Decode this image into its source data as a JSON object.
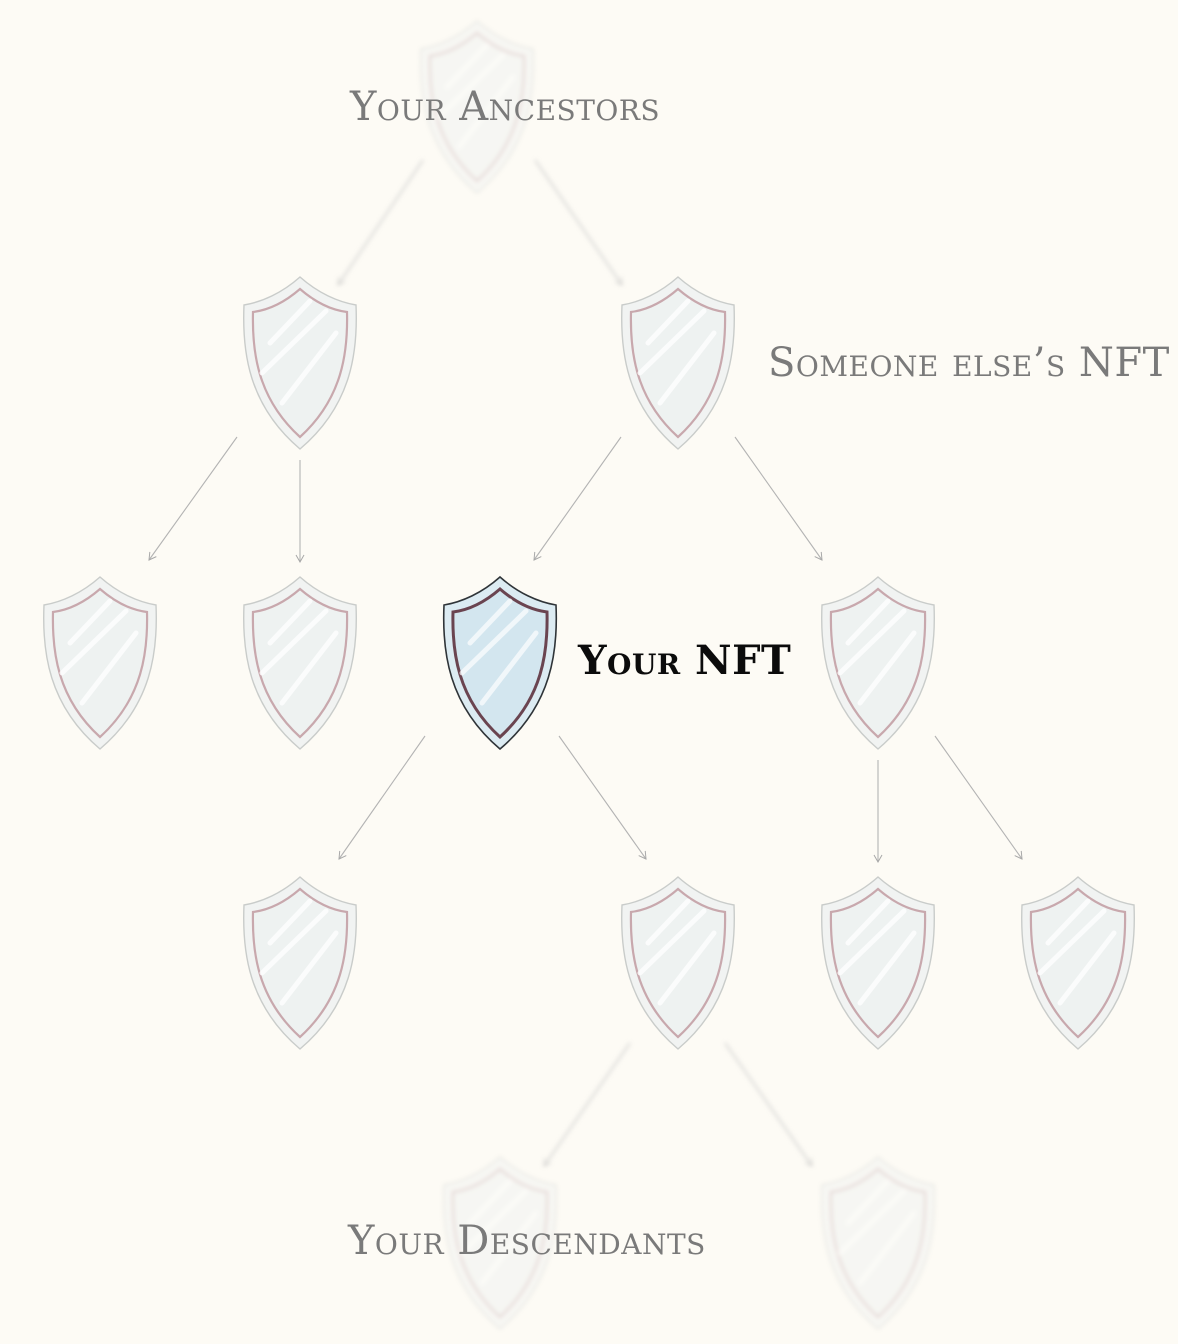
{
  "labels": {
    "ancestors": "Your Ancestors",
    "someone_else": "Someone else’s NFT",
    "your_nft": "Your NFT",
    "descendants": "Your Descendants"
  },
  "colors": {
    "background": "#fdfbf5",
    "shield_fill": "#eef2f1",
    "shield_fill_highlight": "#d3e6ef",
    "shield_rim": "#c9ccca",
    "shield_inner_stroke": "#c8a8ad",
    "shield_inner_stroke_highlight": "#6a4450",
    "arrow": "#b3b3b3",
    "label_muted": "#7a7a7a",
    "label_strong": "#0b0b0b"
  },
  "nodes": [
    {
      "id": "root",
      "icon": "shield-icon",
      "faded": true
    },
    {
      "id": "l1-left",
      "icon": "shield-icon"
    },
    {
      "id": "l1-right",
      "icon": "shield-icon"
    },
    {
      "id": "l2-a",
      "icon": "shield-icon"
    },
    {
      "id": "l2-b",
      "icon": "shield-icon"
    },
    {
      "id": "your-nft",
      "icon": "shield-icon",
      "highlight": true
    },
    {
      "id": "l2-d",
      "icon": "shield-icon"
    },
    {
      "id": "l3-a",
      "icon": "shield-icon"
    },
    {
      "id": "l3-b",
      "icon": "shield-icon"
    },
    {
      "id": "l3-c",
      "icon": "shield-icon"
    },
    {
      "id": "l3-d",
      "icon": "shield-icon"
    },
    {
      "id": "l4-a",
      "icon": "shield-icon",
      "faded": true
    },
    {
      "id": "l4-b",
      "icon": "shield-icon",
      "faded": true
    }
  ],
  "edges": [
    {
      "from": "root",
      "to": "l1-left",
      "faded": true
    },
    {
      "from": "root",
      "to": "l1-right",
      "faded": true
    },
    {
      "from": "l1-left",
      "to": "l2-a"
    },
    {
      "from": "l1-left",
      "to": "l2-b"
    },
    {
      "from": "l1-right",
      "to": "your-nft"
    },
    {
      "from": "l1-right",
      "to": "l2-d"
    },
    {
      "from": "your-nft",
      "to": "l3-a"
    },
    {
      "from": "your-nft",
      "to": "l3-b"
    },
    {
      "from": "l2-d",
      "to": "l3-c"
    },
    {
      "from": "l2-d",
      "to": "l3-d"
    },
    {
      "from": "l3-b",
      "to": "l4-a",
      "faded": true
    },
    {
      "from": "l3-b",
      "to": "l4-b",
      "faded": true
    }
  ]
}
